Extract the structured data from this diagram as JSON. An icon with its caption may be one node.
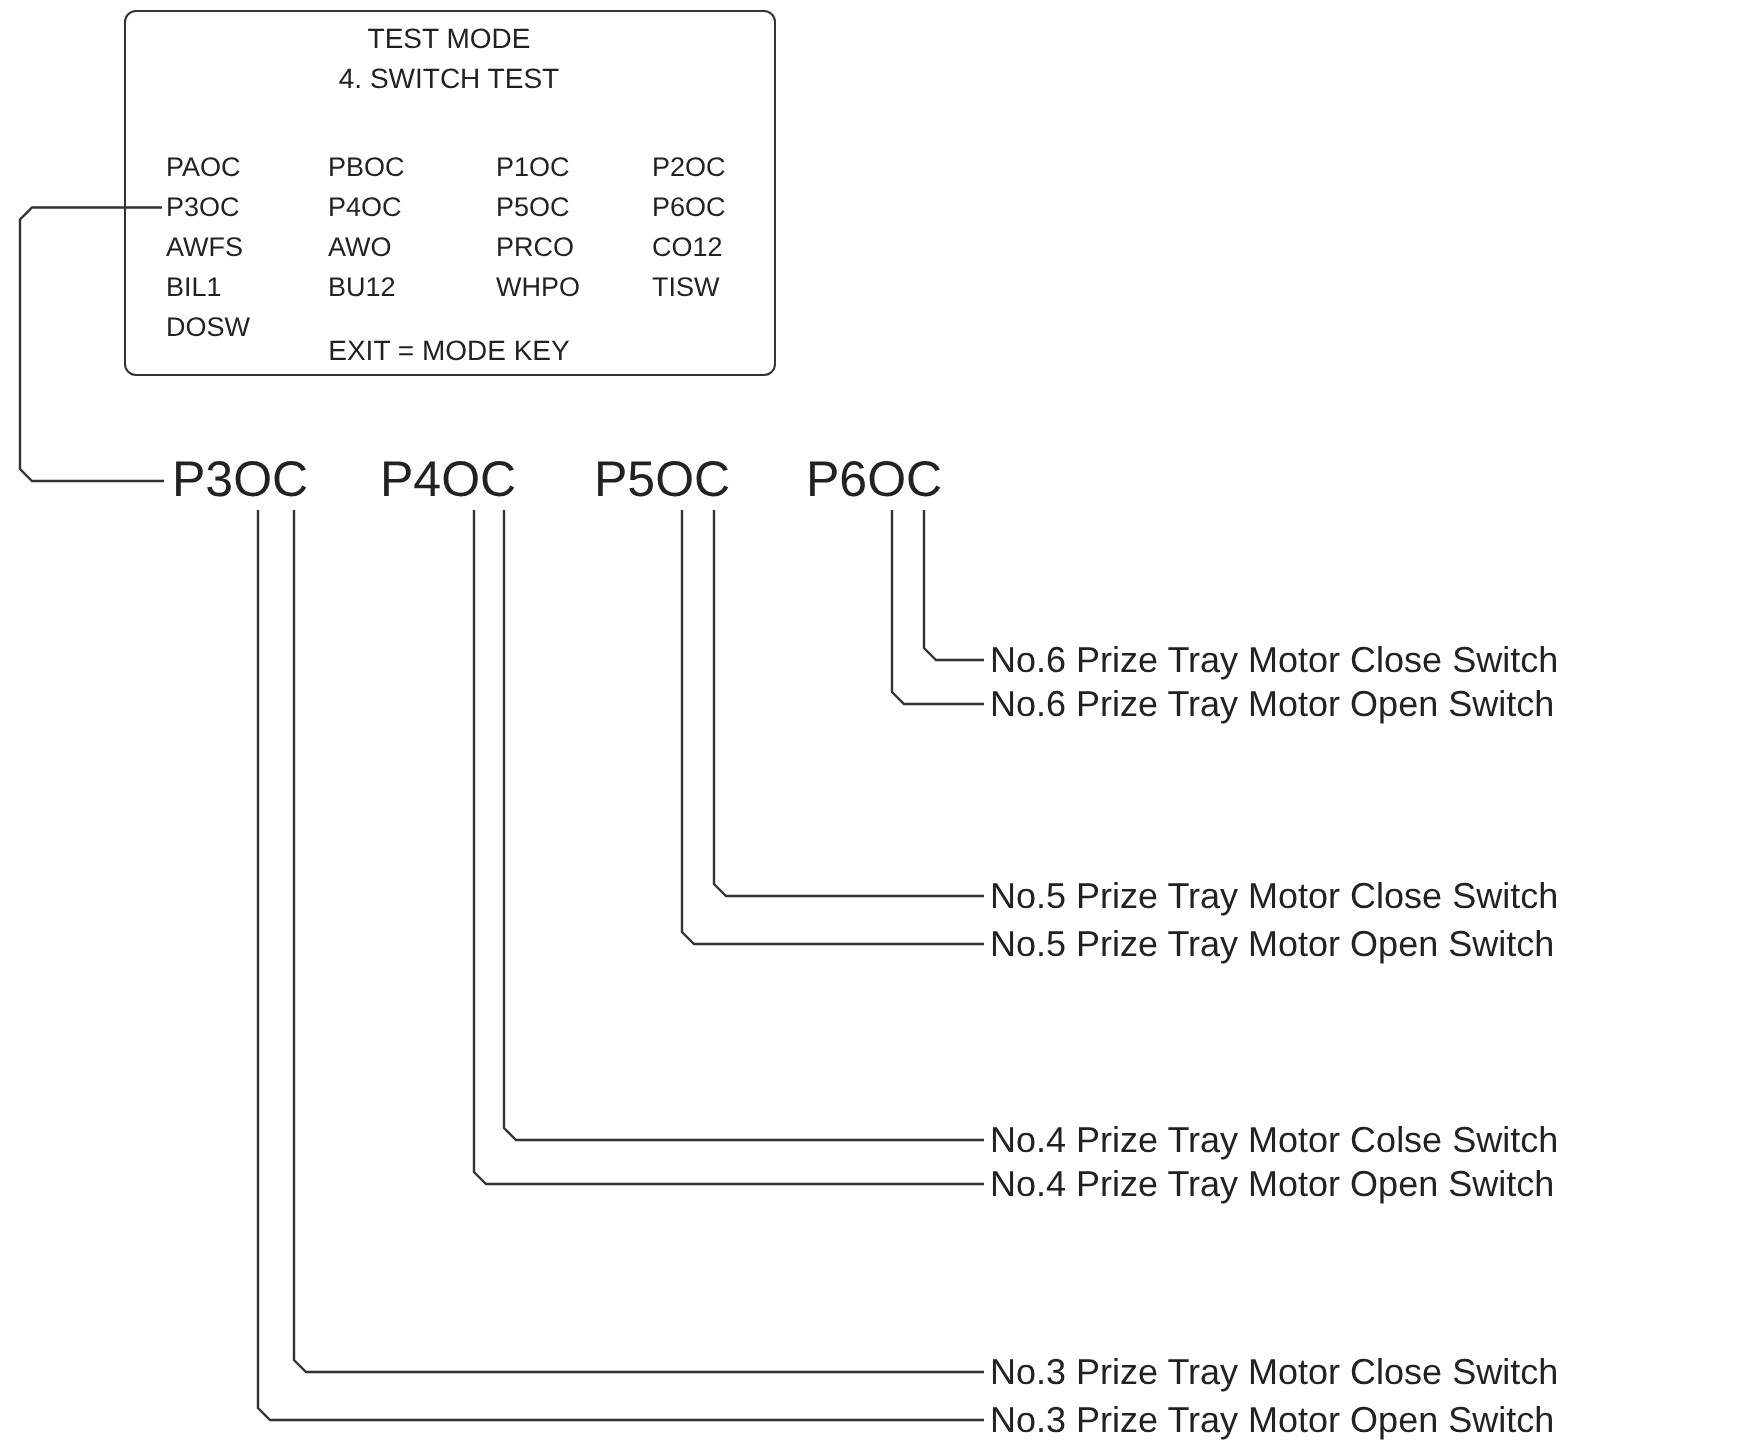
{
  "diagram": {
    "nodes": [
      {
        "text": [
          "TEST MODE",
          "4. SWITCH TEST",
          "EXIT = MODE KEY"
        ]
      },
      {
        "text": [
          "PAOC"
        ],
        "in": 0
      },
      {
        "text": [
          "PBOC"
        ],
        "in": 0
      },
      {
        "text": [
          "P1OC"
        ],
        "in": 0
      },
      {
        "text": [
          "P2OC"
        ],
        "in": 0
      },
      {
        "text": [
          "P3OC"
        ],
        "in": 0
      },
      {
        "text": [
          "P4OC"
        ],
        "in": 0
      },
      {
        "text": [
          "P5OC"
        ],
        "in": 0
      },
      {
        "text": [
          "P6OC"
        ],
        "in": 0
      },
      {
        "text": [
          "AWFS"
        ],
        "in": 0
      },
      {
        "text": [
          "AWO"
        ],
        "in": 0
      },
      {
        "text": [
          "PRCO"
        ],
        "in": 0
      },
      {
        "text": [
          "CO12"
        ],
        "in": 0
      },
      {
        "text": [
          "BIL1"
        ],
        "in": 0
      },
      {
        "text": [
          "BU12"
        ],
        "in": 0
      },
      {
        "text": [
          "WHPO"
        ],
        "in": 0
      },
      {
        "text": [
          "TISW"
        ],
        "in": 0
      },
      {
        "text": [
          "DOSW"
        ],
        "in": 0
      },
      {
        "text": [
          "P3OC"
        ]
      },
      {
        "text": [
          "P4OC"
        ]
      },
      {
        "text": [
          "P5OC"
        ]
      },
      {
        "text": [
          "P6OC"
        ]
      },
      {
        "text": [
          "No.6 Prize Tray Motor Close Switch"
        ]
      },
      {
        "text": [
          "No.6 Prize Tray Motor Open Switch"
        ]
      },
      {
        "text": [
          "No.5 Prize Tray Motor Close Switch"
        ]
      },
      {
        "text": [
          "No.5 Prize Tray Motor Open Switch"
        ]
      },
      {
        "text": [
          "No.4 Prize Tray Motor Colse Switch"
        ]
      },
      {
        "text": [
          "No.4 Prize Tray Motor Open Switch"
        ]
      },
      {
        "text": [
          "No.3 Prize Tray Motor Close Switch"
        ]
      },
      {
        "text": [
          "No.3 Prize Tray Motor Open Switch"
        ]
      }
    ],
    "edges": [
      {
        "from": 5,
        "to": 18,
        "arrow": "none"
      },
      {
        "from": 21,
        "to": 22,
        "arrow": "none"
      },
      {
        "from": 21,
        "to": 23,
        "arrow": "none"
      },
      {
        "from": 20,
        "to": 24,
        "arrow": "none"
      },
      {
        "from": 20,
        "to": 25,
        "arrow": "none"
      },
      {
        "from": 19,
        "to": 26,
        "arrow": "none"
      },
      {
        "from": 19,
        "to": 27,
        "arrow": "none"
      },
      {
        "from": 18,
        "to": 28,
        "arrow": "none"
      },
      {
        "from": 18,
        "to": 29,
        "arrow": "none"
      }
    ]
  }
}
